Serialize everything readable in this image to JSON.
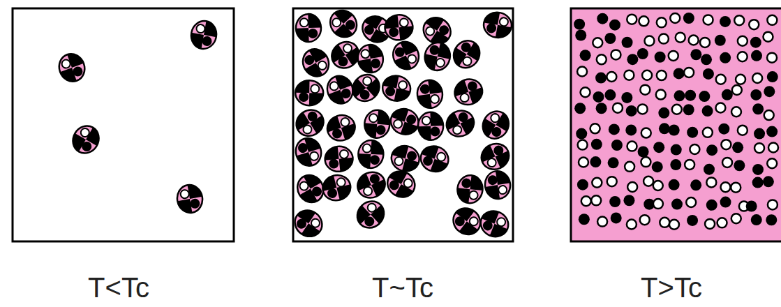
{
  "diagram": {
    "labels": [
      "T<Tc",
      "T~Tc",
      "T>Tc"
    ]
  }
}
